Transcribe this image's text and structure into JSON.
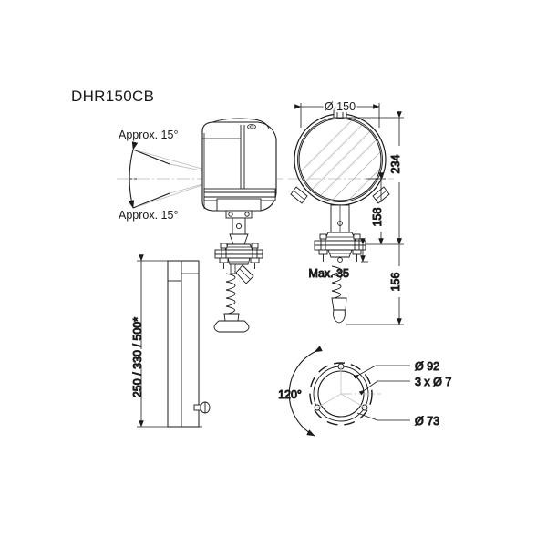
{
  "drawing": {
    "title": "DHR150CB",
    "type": "technical-dimension-drawing",
    "subject": "marine searchlight with pedestal mount"
  },
  "labels": {
    "beam_top": "Approx. 15°",
    "beam_bottom": "Approx. 15°",
    "diameter_150": "Ø 150",
    "height_234": "234",
    "height_158": "158",
    "height_156": "156",
    "max_35": "Max. 35",
    "pole_heights": "250 / 330 / 500*",
    "angle_120": "120°",
    "bolt_circle_92": "Ø 92",
    "holes_3x7": "3 x Ø 7",
    "diameter_73": "Ø 73"
  },
  "colors": {
    "outline": "#1a1a1a",
    "hatch": "#b8b8b8",
    "centerline": "#c8c8c8",
    "dimension": "#1a1a1a",
    "background": "#ffffff"
  }
}
